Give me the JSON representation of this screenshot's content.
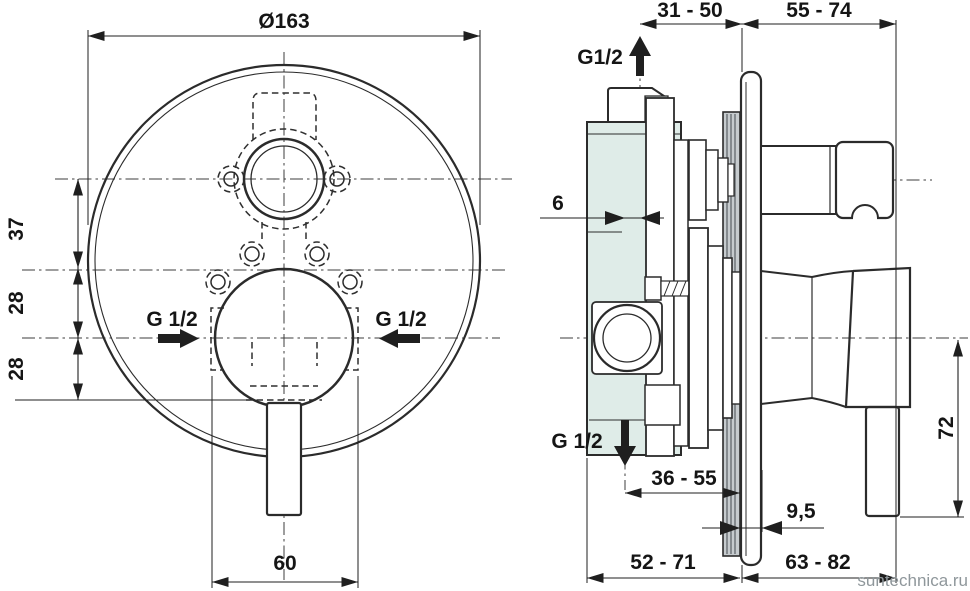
{
  "drawing": {
    "type": "installation dimension drawing of concealed single-lever shower mixer",
    "watermark": "suntechnica.ru",
    "front_view": {
      "diameter": "Ø163",
      "dim_top": "37",
      "dim_mid": "28",
      "dim_bottom": "28",
      "port_left": "G 1/2",
      "port_right": "G 1/2",
      "dim_width": "60"
    },
    "side_view": {
      "dim_depth_range": "31 - 50",
      "dim_front_range": "55 - 74",
      "port_top": "G1/2",
      "dim_offset": "6",
      "port_bottom": "G 1/2",
      "dim_outlet_range": "36 - 55",
      "dim_plate": "9,5",
      "dim_body_range": "52 - 71",
      "dim_trim_range": "63 - 82",
      "dim_handle": "72"
    },
    "colors": {
      "body_tint": "#dfece8",
      "gasket_grey": "#c6cbce",
      "line": "#2b2b2b",
      "watermark_grey": "#8f979b"
    }
  }
}
